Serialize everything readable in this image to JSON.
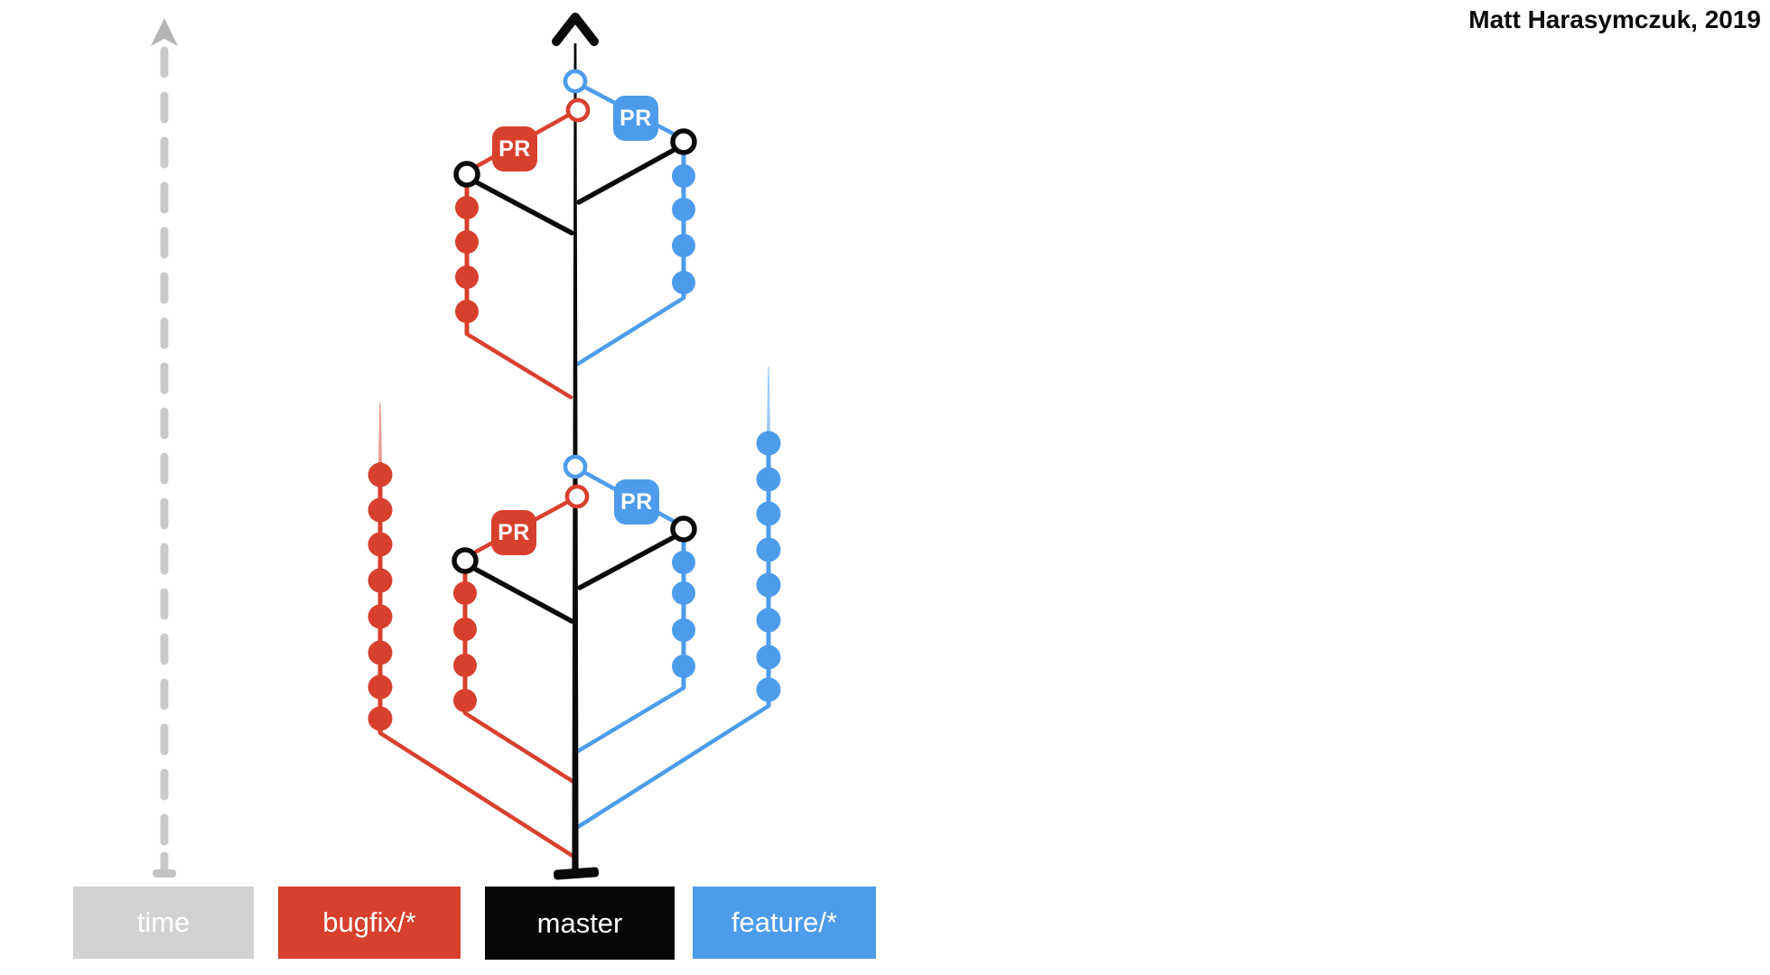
{
  "attribution": "Matt Harasymczuk, 2019",
  "pr_label": "PR",
  "legend": {
    "time": "time",
    "bugfix": "bugfix/*",
    "master": "master",
    "feature": "feature/*"
  },
  "colors": {
    "bugfix_red": "#d7402d",
    "feature_blue": "#4d9ceb",
    "master_black": "#060606",
    "time_box_gray": "#d2d2d2",
    "time_line_gray": "#c9c9c9",
    "label_text_white": "#ffffff"
  },
  "diagram": {
    "type": "git-branch-workflow",
    "description": "Trunk-based git workflow: short-lived bugfix/* (red, left) and feature/* (blue, right) branches fork from master (black trunk), collect commits, sync once from master (black diagonal to open black circle), then merge back into master via pull requests (PR badges to open colored circles). Time flows upward along the dashed gray arrow.",
    "time_axis": {
      "label": "time",
      "direction": "up",
      "style": "dashed gray arrow with rounded dashes"
    },
    "trunk": {
      "name": "master",
      "style": "thick black vertical line, arrowhead at top, base tick at bottom"
    },
    "pull_request_merges": [
      {
        "branch": "bugfix/*",
        "cluster": "upper",
        "badge": "PR",
        "merge_commit": "open red circle on master"
      },
      {
        "branch": "feature/*",
        "cluster": "upper",
        "badge": "PR",
        "merge_commit": "open blue circle on master"
      },
      {
        "branch": "bugfix/*",
        "cluster": "lower",
        "badge": "PR",
        "merge_commit": "open red circle on master"
      },
      {
        "branch": "feature/*",
        "cluster": "lower",
        "badge": "PR",
        "merge_commit": "open blue circle on master"
      }
    ],
    "branches": [
      {
        "name": "bugfix/*",
        "side": "left",
        "cluster": "upper",
        "commits": 4,
        "state": "synced from master, merged back via PR"
      },
      {
        "name": "feature/*",
        "side": "right",
        "cluster": "upper",
        "commits": 4,
        "state": "synced from master, merged back via PR"
      },
      {
        "name": "bugfix/*",
        "side": "left",
        "cluster": "lower",
        "commits": 4,
        "state": "synced from master, merged back via PR"
      },
      {
        "name": "feature/*",
        "side": "right",
        "cluster": "lower",
        "commits": 4,
        "state": "synced from master, merged back via PR"
      },
      {
        "name": "bugfix/*",
        "side": "far-left",
        "cluster": "long-running",
        "commits": 8,
        "state": "in progress, branched from master, tip fading upward"
      },
      {
        "name": "feature/*",
        "side": "far-right",
        "cluster": "long-running",
        "commits": 8,
        "state": "in progress, branched from master, tip fading upward"
      }
    ]
  }
}
